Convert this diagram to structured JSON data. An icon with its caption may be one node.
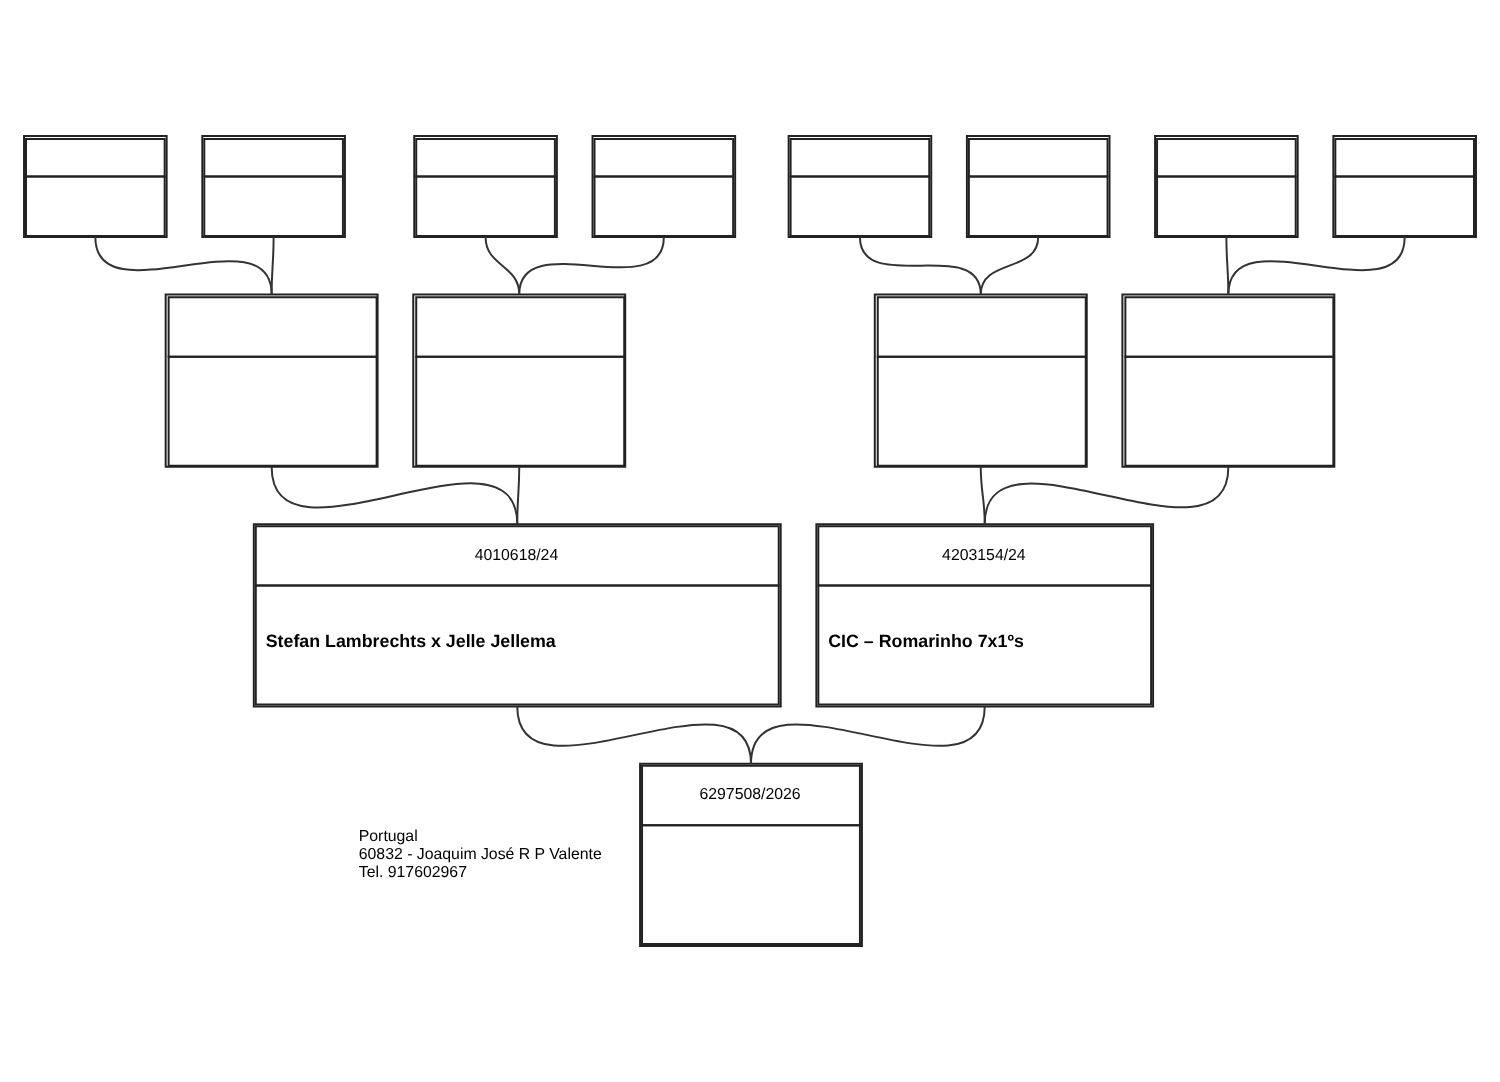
{
  "diagram": {
    "nodes": [
      {
        "text": [],
        "shape": "box"
      },
      {
        "text": [],
        "shape": "box"
      },
      {
        "text": [],
        "shape": "box"
      },
      {
        "text": [],
        "shape": "box"
      },
      {
        "text": [],
        "shape": "box"
      },
      {
        "text": [],
        "shape": "box"
      },
      {
        "text": [],
        "shape": "box"
      },
      {
        "text": [],
        "shape": "box"
      },
      {
        "text": [],
        "shape": "box"
      },
      {
        "text": [],
        "shape": "box"
      },
      {
        "text": [],
        "shape": "box"
      },
      {
        "text": [],
        "shape": "box"
      },
      {
        "text": [
          "4010618/24",
          "Stefan Lambrechts x Jelle Jellema"
        ]
      },
      {
        "text": [
          "4203154/24",
          "CIC – Romarinho 7x1ºs"
        ]
      },
      {
        "text": [
          "6297508/2026"
        ]
      }
    ],
    "edges": [
      {
        "from": 0,
        "to": 8,
        "arrow": "none"
      },
      {
        "from": 1,
        "to": 8,
        "arrow": "none"
      },
      {
        "from": 2,
        "to": 9,
        "arrow": "none"
      },
      {
        "from": 3,
        "to": 9,
        "arrow": "none"
      },
      {
        "from": 4,
        "to": 10,
        "arrow": "none"
      },
      {
        "from": 5,
        "to": 10,
        "arrow": "none"
      },
      {
        "from": 6,
        "to": 11,
        "arrow": "none"
      },
      {
        "from": 7,
        "to": 11,
        "arrow": "none"
      },
      {
        "from": 8,
        "to": 12,
        "arrow": "none"
      },
      {
        "from": 9,
        "to": 12,
        "arrow": "none"
      },
      {
        "from": 10,
        "to": 13,
        "arrow": "none"
      },
      {
        "from": 11,
        "to": 13,
        "arrow": "none"
      },
      {
        "from": 12,
        "to": 14,
        "arrow": "none"
      },
      {
        "from": 13,
        "to": 14,
        "arrow": "none"
      }
    ],
    "labels": [
      "Portugal",
      "60832 - Joaquim José R P Valente",
      "Tel. 917602967"
    ]
  }
}
